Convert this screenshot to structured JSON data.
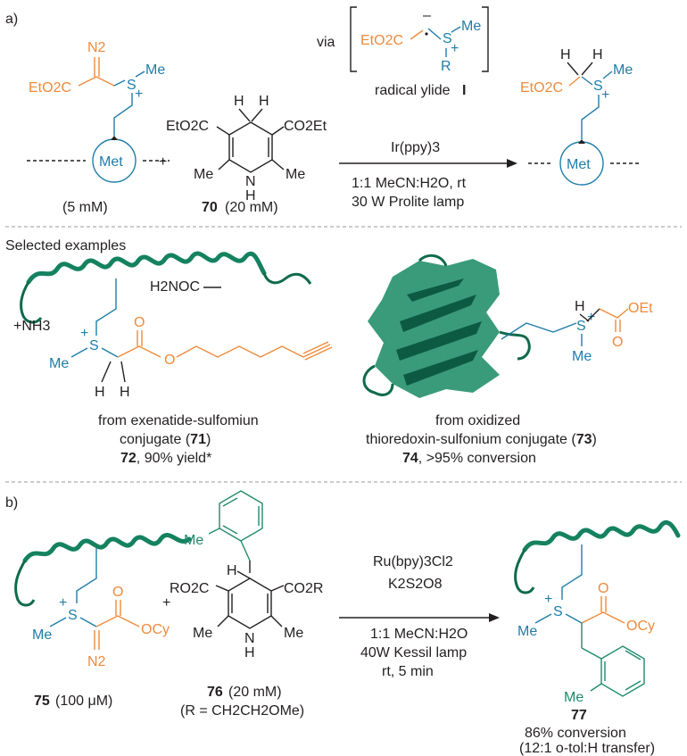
{
  "panel_a": {
    "label": "a)",
    "reactant_1": {
      "n2": "N2",
      "ester": "EtO2C",
      "s": "S",
      "plus": "+",
      "me": "Me",
      "met": "Met",
      "conc": "(5 mM)"
    },
    "reagent": {
      "ester_left": "EtO2C",
      "ester_right": "CO2Et",
      "h1": "H",
      "h2": "H",
      "me_left": "Me",
      "me_right": "Me",
      "n": "N",
      "nh": "H",
      "number": "70",
      "conc": "(20 mM)"
    },
    "plus_sign": "+",
    "via": "via",
    "intermediate": {
      "ester": "EtO2C",
      "s": "S",
      "me": "Me",
      "r": "R",
      "charge_minus": "–",
      "charge_plus": "+",
      "caption": "radical ylide",
      "caption_label": "I"
    },
    "conditions": {
      "catalyst": "Ir(ppy)3",
      "solvent": "1:1 MeCN:H2O, rt",
      "light": "30 W Prolite lamp"
    },
    "product": {
      "h1": "H",
      "h2": "H",
      "ester": "EtO2C",
      "s": "S",
      "plus": "+",
      "me": "Me",
      "met": "Met"
    }
  },
  "examples": {
    "heading": "Selected examples",
    "ex1": {
      "h2noc": "H2NOC",
      "nh3": "+NH3",
      "me": "Me",
      "s": "S",
      "plus": "+",
      "h1": "H",
      "h2": "H",
      "o": "O",
      "o2": "O",
      "caption_1": "from exenatide-sulfomiun",
      "caption_2": "conjugate (",
      "caption_2_num": "71",
      "caption_2_end": ")",
      "result_num": "72",
      "result": ", 90% yield*"
    },
    "ex2": {
      "h": "H",
      "s": "S",
      "plus": "+",
      "me": "Me",
      "o": "O",
      "oet": "OEt",
      "caption_1": "from oxidized",
      "caption_2": "thioredoxin-sulfonium conjugate (",
      "caption_2_num": "73",
      "caption_2_end": ")",
      "result_num": "74",
      "result": ", >95% conversion"
    }
  },
  "panel_b": {
    "label": "b)",
    "reactant": {
      "s": "S",
      "plus": "+",
      "me": "Me",
      "o": "O",
      "ocy": "OCy",
      "n2": "N2",
      "number": "75",
      "conc": "(100 μM)"
    },
    "plus_sign": "+",
    "reagent": {
      "me_top": "Me",
      "h": "H",
      "ro2c": "RO2C",
      "co2r": "CO2R",
      "me_left": "Me",
      "me_right": "Me",
      "n": "N",
      "nh": "H",
      "number": "76",
      "conc": "(20 mM)",
      "r_def": "(R = CH2CH2OMe)"
    },
    "conditions": {
      "catalyst": "Ru(bpy)3Cl2",
      "oxidant": "K2S2O8",
      "solvent": "1:1 MeCN:H2O",
      "light": "40W Kessil lamp",
      "time": "rt, 5 min"
    },
    "product": {
      "s": "S",
      "plus": "+",
      "me": "Me",
      "o": "O",
      "ocy": "OCy",
      "me_aryl": "Me",
      "number": "77",
      "conv": "86% conversion",
      "transfer": "(12:1 o-tol:H transfer)"
    }
  }
}
